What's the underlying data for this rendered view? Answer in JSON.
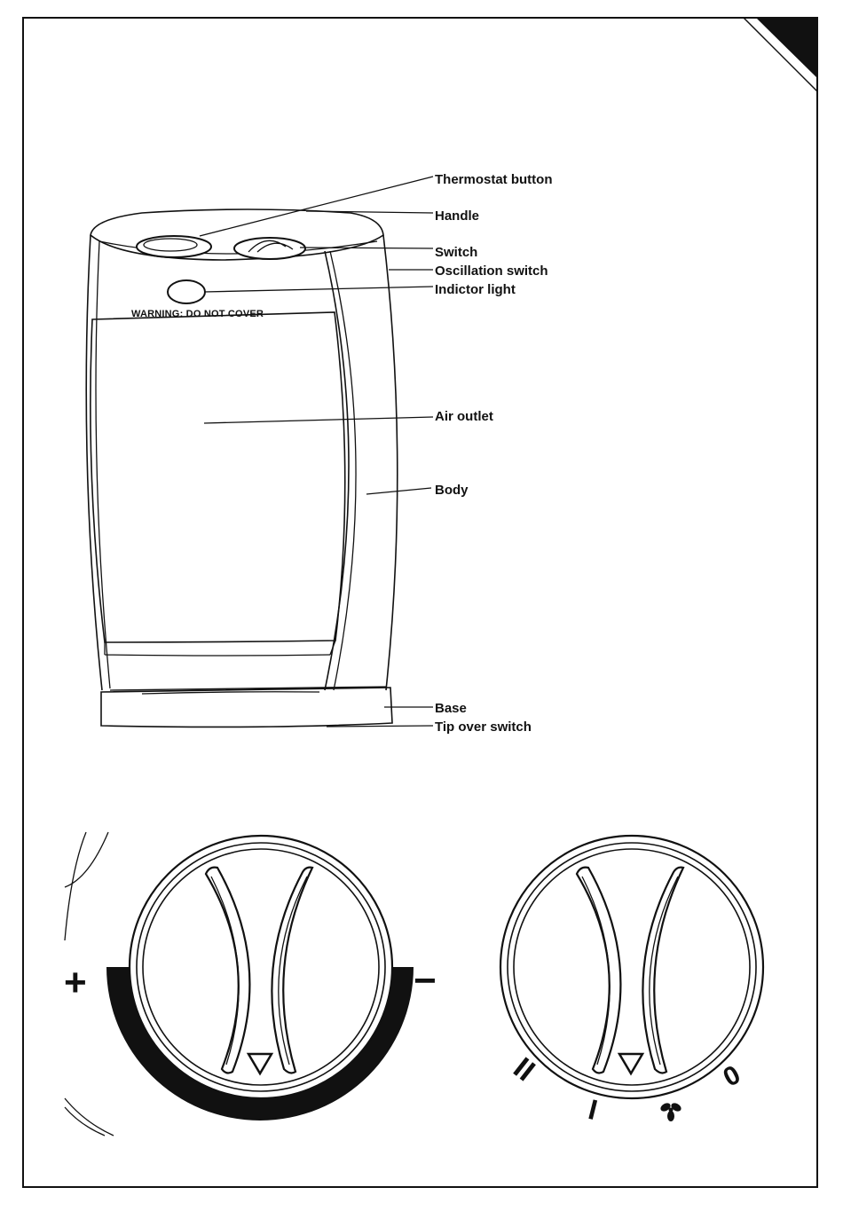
{
  "labels": {
    "thermostat_button": "Thermostat button",
    "handle": "Handle",
    "switch": "Switch",
    "oscillation_switch": "Oscillation switch",
    "indicator_light": "Indictor light",
    "air_outlet": "Air outlet",
    "body": "Body",
    "base": "Base",
    "tip_over_switch": "Tip over switch"
  },
  "warning_text": "WARNING: DO NOT COVER",
  "thermostat_dial": {
    "plus": "+",
    "minus": "−"
  },
  "switch_dial": {
    "setting_two": "II",
    "setting_one": "I",
    "setting_off": "0",
    "fan_icon": "fan-icon"
  },
  "colors": {
    "ink": "#111111",
    "paper": "#ffffff"
  }
}
